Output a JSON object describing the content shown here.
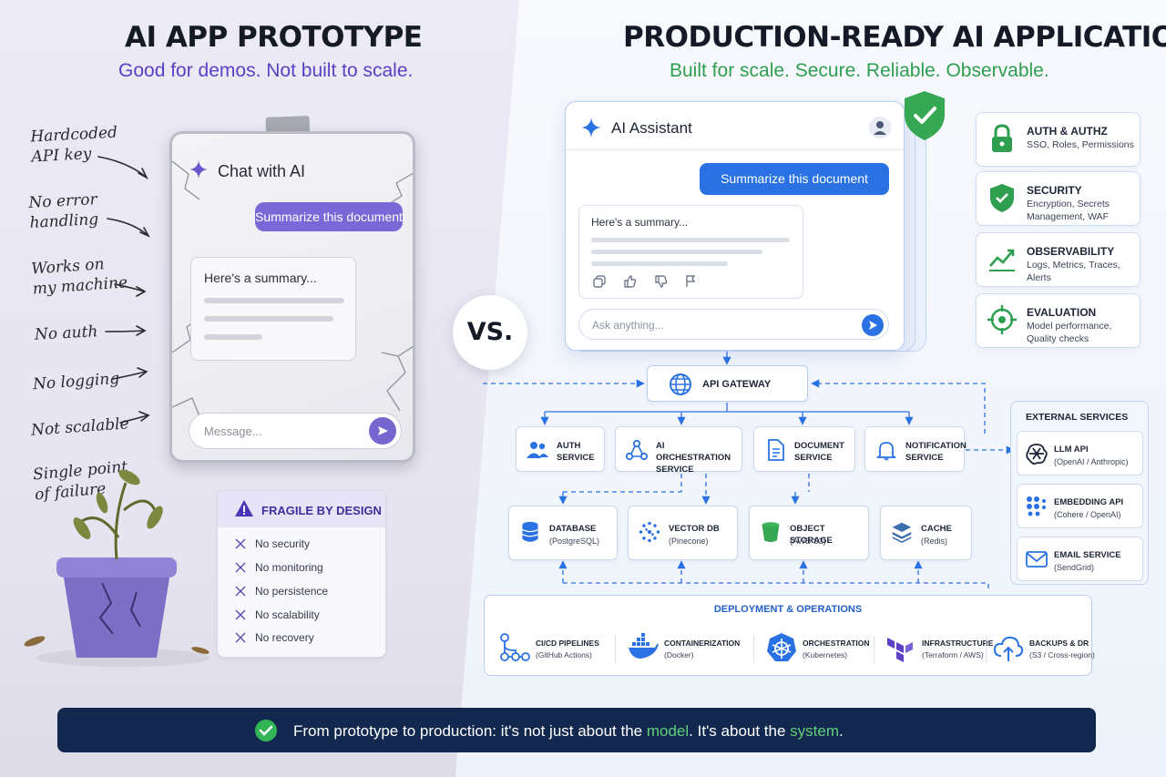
{
  "left": {
    "title": "AI APP PROTOTYPE",
    "subtitle": "Good for demos. Not built to scale.",
    "pains": [
      "Hardcoded\nAPI key",
      "No error\nhandling",
      "Works on\nmy machine",
      "No auth",
      "No logging",
      "Not scalable",
      "Single point\nof failure"
    ],
    "card": {
      "title": "Chat with AI",
      "user_message": "Summarize this document",
      "reply": "Here's a summary...",
      "input_placeholder": "Message..."
    },
    "fragile": {
      "title": "FRAGILE BY DESIGN",
      "items": [
        "No security",
        "No monitoring",
        "No persistence",
        "No scalability",
        "No recovery"
      ]
    }
  },
  "vs_label": "VS.",
  "right": {
    "title": "PRODUCTION-READY AI APPLICATION",
    "subtitle": "Built for scale. Secure. Reliable. Observable.",
    "assistant": {
      "title": "AI Assistant",
      "user_message": "Summarize this document",
      "reply": "Here's a summary...",
      "input_placeholder": "Ask anything..."
    },
    "features": [
      {
        "title": "AUTH & AUTHZ",
        "desc": "SSO, Roles, Permissions",
        "icon": "lock-icon"
      },
      {
        "title": "SECURITY",
        "desc": "Encryption, Secrets Management, WAF",
        "icon": "shield-check-icon"
      },
      {
        "title": "OBSERVABILITY",
        "desc": "Logs, Metrics, Traces, Alerts",
        "icon": "trend-chart-icon"
      },
      {
        "title": "EVALUATION",
        "desc": "Model performance, Quality checks",
        "icon": "target-icon"
      }
    ],
    "gateway": "API GATEWAY",
    "services": [
      {
        "label": "AUTH\nSERVICE",
        "icon": "users-icon"
      },
      {
        "label": "AI ORCHESTRATION\nSERVICE",
        "icon": "nodes-icon"
      },
      {
        "label": "DOCUMENT\nSERVICE",
        "icon": "document-icon"
      },
      {
        "label": "NOTIFICATION\nSERVICE",
        "icon": "bell-icon"
      }
    ],
    "stores": [
      {
        "label": "DATABASE",
        "sub": "(PostgreSQL)",
        "icon": "database-icon"
      },
      {
        "label": "VECTOR DB",
        "sub": "(Pinecone)",
        "icon": "vector-dots-icon"
      },
      {
        "label": "OBJECT STORAGE",
        "sub": "(AWS S3)",
        "icon": "bucket-icon"
      },
      {
        "label": "CACHE",
        "sub": "(Redis)",
        "icon": "layers-icon"
      }
    ],
    "external": {
      "title": "EXTERNAL SERVICES",
      "items": [
        {
          "label": "LLM API",
          "sub": "(OpenAI / Anthropic)",
          "icon": "llm-knot-icon"
        },
        {
          "label": "EMBEDDING API",
          "sub": "(Cohere / OpenAI)",
          "icon": "embedding-dots-icon"
        },
        {
          "label": "EMAIL SERVICE",
          "sub": "(SendGrid)",
          "icon": "mail-icon"
        }
      ]
    },
    "deployment": {
      "title": "DEPLOYMENT & OPERATIONS",
      "items": [
        {
          "label": "CI/CD PIPELINES",
          "sub": "(GitHub Actions)",
          "icon": "pipeline-icon"
        },
        {
          "label": "CONTAINERIZATION",
          "sub": "(Docker)",
          "icon": "docker-whale-icon"
        },
        {
          "label": "ORCHESTRATION",
          "sub": "(Kubernetes)",
          "icon": "helm-wheel-icon"
        },
        {
          "label": "INFRASTRUCTURE",
          "sub": "(Terraform / AWS)",
          "icon": "terraform-icon"
        },
        {
          "label": "BACKUPS & DR",
          "sub": "(S3 / Cross-region)",
          "icon": "cloud-upload-icon"
        }
      ]
    }
  },
  "banner": {
    "part1": "From prototype to production: it's not just about the ",
    "highlight1": "model",
    "part2": ". It's about the ",
    "highlight2": "system",
    "part3": "."
  },
  "colors": {
    "prototype_purple": "#5b3fc4",
    "production_green": "#2e9e4f",
    "primary_blue": "#2a72e4",
    "banner_navy": "#13284f",
    "highlight_green": "#5fd07a"
  }
}
